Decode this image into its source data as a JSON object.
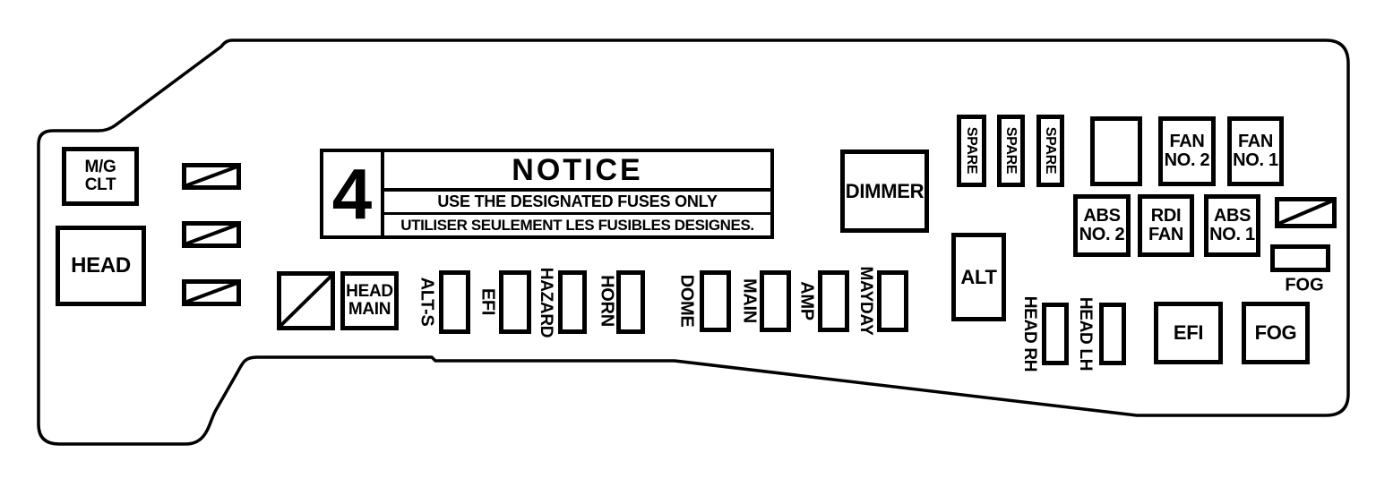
{
  "figure": {
    "number": "4"
  },
  "notice": {
    "title": "NOTICE",
    "line_en": "USE THE DESIGNATED FUSES ONLY",
    "line_fr": "UTILISER SEULEMENT LES FUSIBLES DESIGNES."
  },
  "fuse_boxes": {
    "mg_clt": "M/G\nCLT",
    "head": "HEAD",
    "head_main": "HEAD\nMAIN",
    "dimmer": "DIMMER",
    "alt": "ALT",
    "fan_no2": "FAN\nNO. 2",
    "fan_no1": "FAN\nNO. 1",
    "abs_no2": "ABS\nNO. 2",
    "rdi_fan": "RDI\nFAN",
    "abs_no1": "ABS\nNO. 1",
    "efi_main": "EFI",
    "fog_main": "FOG",
    "fog_connector_label": "FOG"
  },
  "vertical_fuses": {
    "alt_s": "ALT-S",
    "efi": "EFI",
    "hazard": "HAZARD",
    "horn": "HORN",
    "dome": "DOME",
    "main": "MAIN",
    "amp": "AMP",
    "mayday": "MAYDAY",
    "spare1": "SPARE",
    "spare2": "SPARE",
    "spare3": "SPARE",
    "head_rh": "HEAD RH",
    "head_lh": "HEAD LH"
  },
  "colors": {
    "line": "#000000",
    "background": "#ffffff"
  }
}
